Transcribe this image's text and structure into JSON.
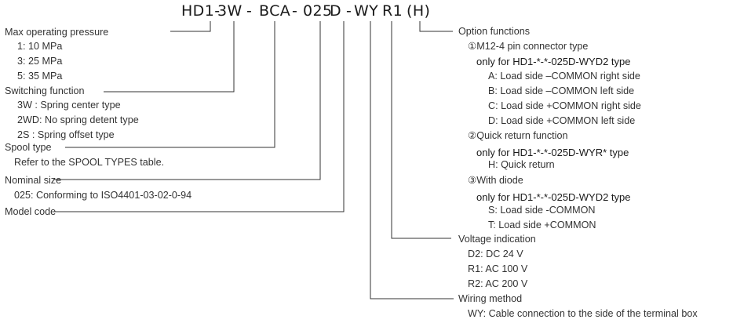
{
  "model": {
    "p1": "HD1-",
    "p2": "3W",
    "p3": "-",
    "p4": "BCA",
    "p5": "-",
    "p6": "025",
    "p7": " D",
    "p8": "-",
    "p9": " WY",
    "p10": " R1",
    "p11": "(H)"
  },
  "left": {
    "pressure": {
      "title": "Max operating pressure",
      "items": [
        "1: 10 MPa",
        "3: 25 MPa",
        "5: 35 MPa"
      ]
    },
    "switching": {
      "title": "Switching function",
      "items": [
        "3W   : Spring center type",
        "2WD: No spring detent type",
        "2S    : Spring offset type"
      ]
    },
    "spool": {
      "title": "Spool type",
      "items": [
        "Refer to the SPOOL TYPES table."
      ]
    },
    "nominal": {
      "title": "Nominal size",
      "items": [
        "025: Conforming to ISO4401-03-02-0-94"
      ]
    },
    "model_code": {
      "title": "Model code"
    }
  },
  "right": {
    "options": {
      "title": "Option functions",
      "m12": {
        "title": "①M12-4 pin connector type",
        "note": "only for HD1-*-*-025D-WYD2 type",
        "items": [
          "A: Load side –COMMON right side",
          "B: Load side –COMMON left side",
          "C: Load side +COMMON right side",
          "D: Load side +COMMON left side"
        ]
      },
      "quick": {
        "title": "②Quick return function",
        "note": "only for HD1-*-*-025D-WYR* type",
        "items": [
          "H: Quick return"
        ]
      },
      "diode": {
        "title": "③With diode",
        "note": "only for HD1-*-*-025D-WYD2 type",
        "items": [
          "S: Load side -COMMON",
          "T: Load side +COMMON"
        ]
      }
    },
    "voltage": {
      "title": "Voltage indication",
      "items": [
        "D2: DC 24 V",
        "R1: AC 100 V",
        "R2: AC 200 V"
      ]
    },
    "wiring": {
      "title": "Wiring method",
      "items": [
        "WY: Cable connection to the side of the terminal box"
      ]
    }
  }
}
